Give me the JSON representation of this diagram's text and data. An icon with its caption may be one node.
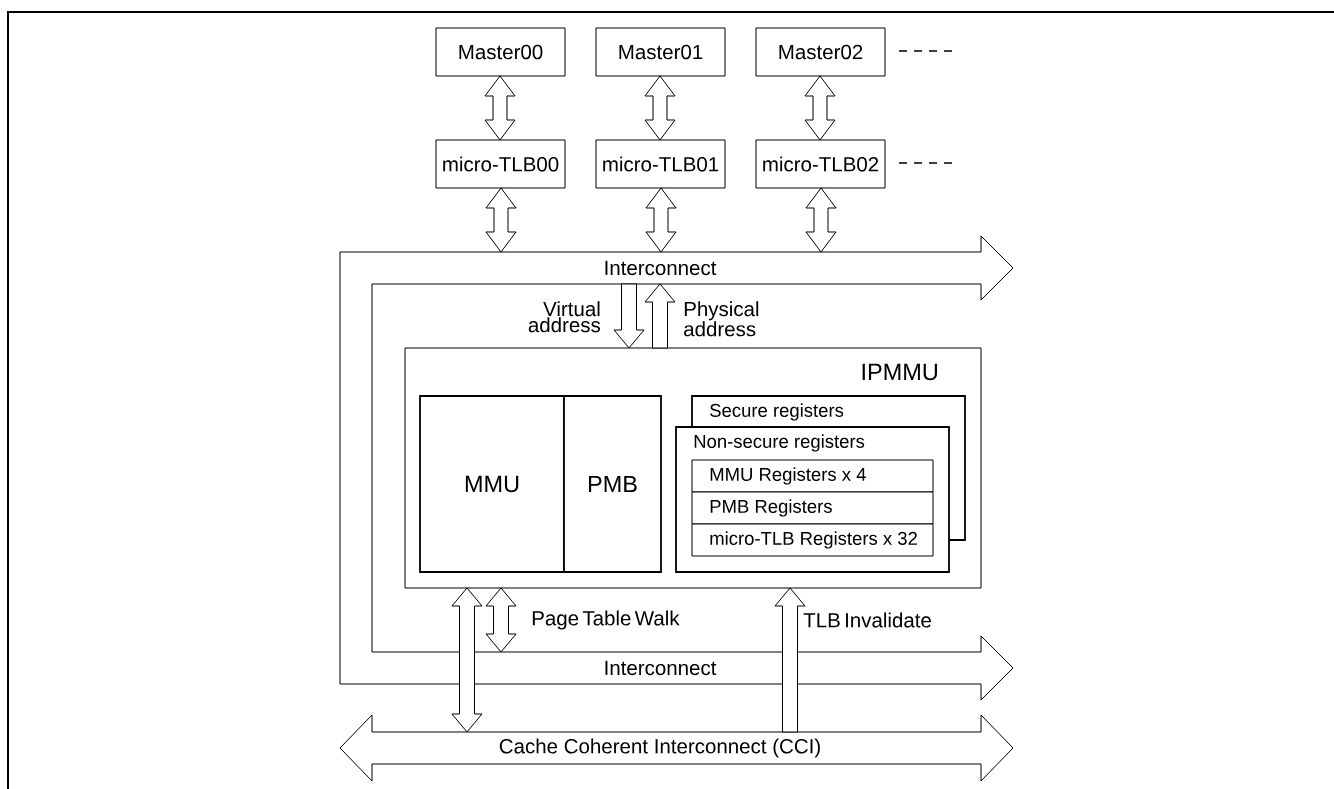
{
  "diagram": {
    "nodes": [
      {
        "text": [
          "Master00"
        ]
      },
      {
        "text": [
          "Master01"
        ]
      },
      {
        "text": [
          "Master02"
        ]
      },
      {
        "text": [
          "micro-TLB00"
        ]
      },
      {
        "text": [
          "micro-TLB01"
        ]
      },
      {
        "text": [
          "micro-TLB02"
        ]
      },
      {
        "text": [
          "Interconnect",
          "Interconnect"
        ]
      },
      {
        "text": [
          "IPMMU"
        ]
      },
      {
        "text": [
          "MMU"
        ],
        "in": 7
      },
      {
        "text": [
          "PMB"
        ],
        "in": 7
      },
      {
        "text": [
          "Secure registers"
        ],
        "in": 7
      },
      {
        "text": [
          "Non-secure registers"
        ],
        "in": 7
      },
      {
        "text": [
          "MMU Registers x 4"
        ],
        "in": 11
      },
      {
        "text": [
          "PMB Registers"
        ],
        "in": 11
      },
      {
        "text": [
          "micro-TLB Registers x 32"
        ],
        "in": 11
      },
      {
        "text": [
          "Cache Coherent Interconnect (CCI)"
        ]
      }
    ],
    "edges": [
      {
        "from": 0,
        "to": 3,
        "arrow": "both"
      },
      {
        "from": 1,
        "to": 4,
        "arrow": "both"
      },
      {
        "from": 2,
        "to": 5,
        "arrow": "both"
      },
      {
        "from": 3,
        "to": 6,
        "arrow": "both"
      },
      {
        "from": 4,
        "to": 6,
        "arrow": "both"
      },
      {
        "from": 5,
        "to": 6,
        "arrow": "both"
      },
      {
        "from": 6,
        "to": 7,
        "arrow": "to",
        "label": "Virtual address"
      },
      {
        "from": 7,
        "to": 6,
        "arrow": "to",
        "label": "Physical address"
      },
      {
        "from": 7,
        "to": 15,
        "arrow": "both"
      },
      {
        "from": 7,
        "to": 6,
        "arrow": "both",
        "label": "Page Table Walk"
      },
      {
        "from": 15,
        "to": 7,
        "arrow": "to",
        "label": "TLB Invalidate"
      }
    ]
  }
}
